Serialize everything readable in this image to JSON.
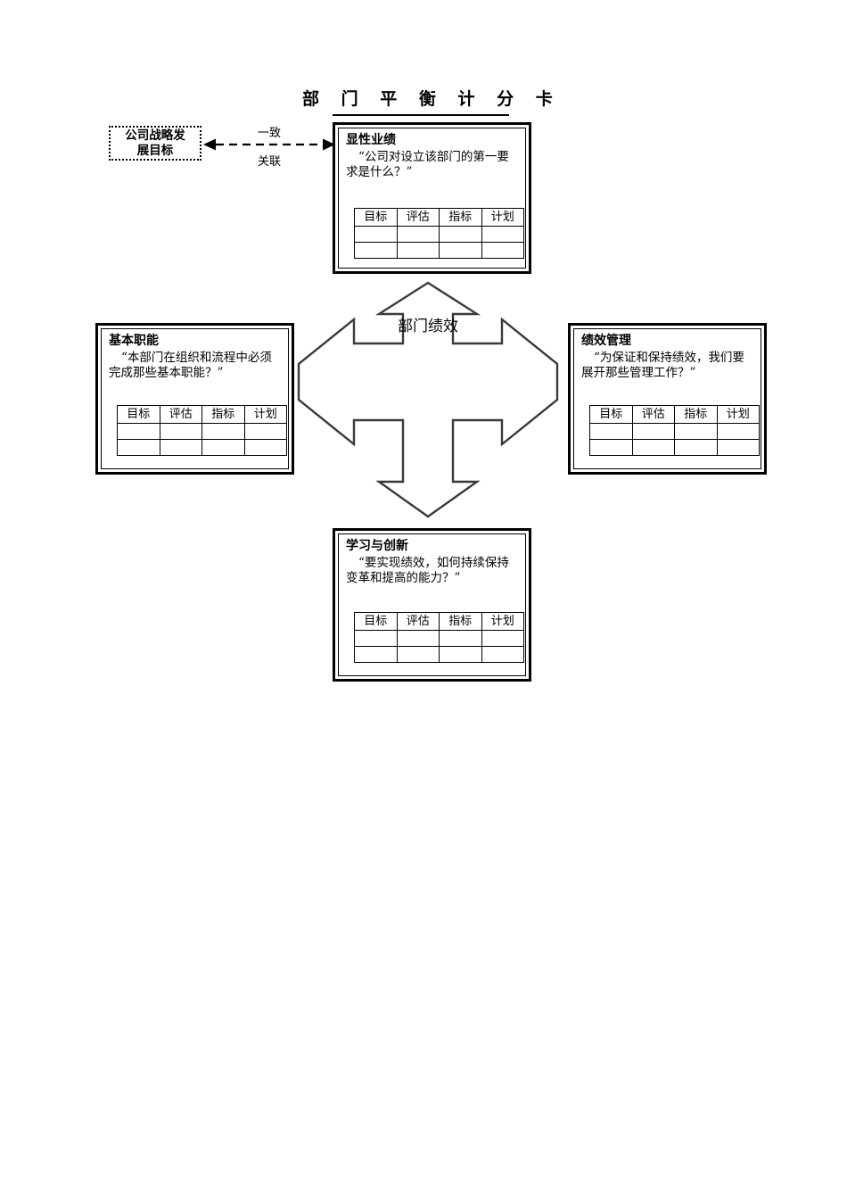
{
  "page": {
    "title": "部 门 平 衡 计 分 卡"
  },
  "strategy": {
    "label": "公司战略发\n展目标"
  },
  "connector": {
    "top_label": "一致",
    "bottom_label": "关联"
  },
  "center": {
    "label": "部门绩效"
  },
  "table_headers": {
    "c0": "目标",
    "c1": "评估",
    "c2": "指标",
    "c3": "计划"
  },
  "quadrants": {
    "top": {
      "title": "显性业绩",
      "quote": "“公司对设立该部门的第一要求是什么？”"
    },
    "left": {
      "title": "基本职能",
      "quote": "“本部门在组织和流程中必须完成那些基本职能？”"
    },
    "right": {
      "title": "绩效管理",
      "quote": "“为保证和保持绩效，我们要展开那些管理工作？”"
    },
    "bottom": {
      "title": "学习与创新",
      "quote": "“要实现绩效，如何持续保持变革和提高的能力？”"
    }
  },
  "colors": {
    "line": "#000000",
    "background": "#ffffff",
    "arrow_stroke": "#3a3a3a"
  }
}
